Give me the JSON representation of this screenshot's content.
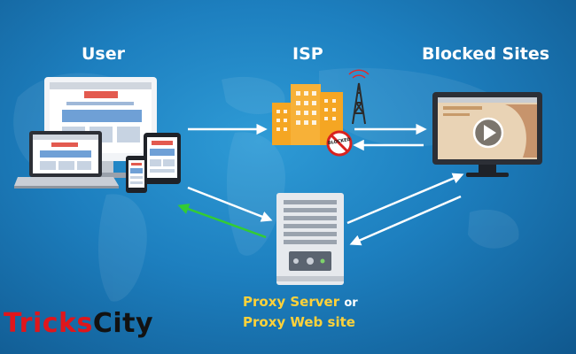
{
  "labels": {
    "user": "User",
    "isp": "ISP",
    "blocked_sites": "Blocked Sites"
  },
  "proxy": {
    "server": "Proxy Server",
    "or": "or",
    "web_site": "Proxy Web site"
  },
  "isp_badge": "BLOCKED",
  "brand": {
    "part1": "Tricks",
    "part2": "City"
  },
  "colors": {
    "background": "#1d7fbf",
    "arrow": "#ffffff",
    "return_arrow": "#33cc33",
    "building": "#f5a623",
    "proxy_text": "#ffd23a",
    "brand_red": "#e0161b"
  }
}
